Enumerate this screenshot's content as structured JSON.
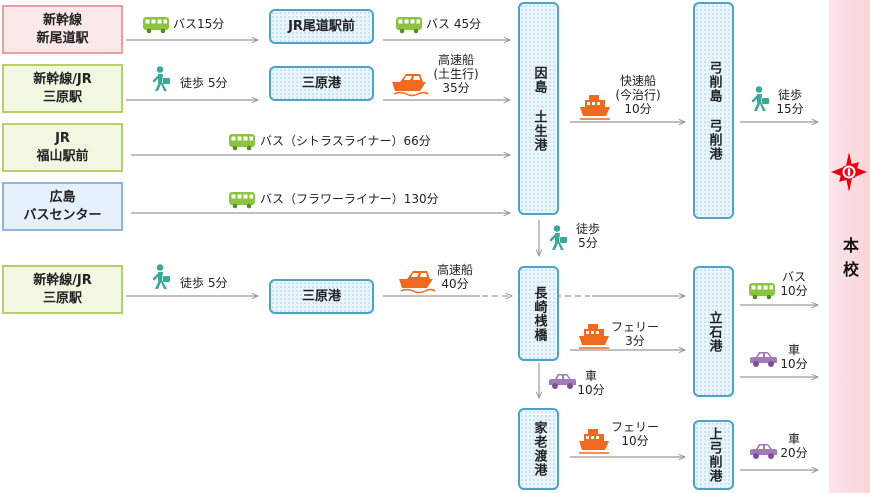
{
  "origins": {
    "o1": "新幹線\n新尾道駅",
    "o2": "新幹線/JR\n三原駅",
    "o3": "JR\n福山駅前",
    "o4": "広島\nバスセンター",
    "o5": "新幹線/JR\n三原駅"
  },
  "hubs": {
    "jr_onomichi": "JR尾道駅前",
    "mihara_port_1": "三原港",
    "mihara_port_2": "三原港",
    "innoshima_habu": "因島 土生港",
    "yuge_port": "弓削島 弓削港",
    "nagasaki_pier": "長崎桟橋",
    "tateishi_port": "立石港",
    "iekaito_port": "家老渡港",
    "kamiyuge_port": "上弓削港"
  },
  "routes": {
    "bus15": "バス15分",
    "bus45": "バス 45分",
    "walk5_a": "徒歩 5分",
    "fastboat35": "高速船\n(土生行)\n35分",
    "citrus_liner": "バス（シトラスライナー）66分",
    "flower_liner": "バス（フラワーライナー）130分",
    "quickboat10": "快速船\n(今治行)\n10分",
    "walk15": "徒歩\n15分",
    "walk5_down": "徒歩\n5分",
    "walk5_b": "徒歩 5分",
    "fastboat40": "高速船\n40分",
    "bus10": "バス\n10分",
    "ferry3": "フェリー\n3分",
    "car10_down": "車\n10分",
    "car10_right": "車\n10分",
    "ferry10": "フェリー\n10分",
    "car20": "車\n20分"
  },
  "school": "本校",
  "colors": {
    "origin_pink": "#e8a0a4",
    "origin_green": "#b5cf6b",
    "origin_blue": "#8ab6e0",
    "hub_border": "#4ba3c7",
    "bus": "#8cc43f",
    "walker": "#3aa99a",
    "ship": "#ee6a1f",
    "car": "#a479b8",
    "arrow": "#9a9a9a",
    "seal": "#e60012"
  },
  "icons": [
    "bus-icon",
    "walker-icon",
    "high-speed-boat-icon",
    "ferry-icon",
    "car-icon",
    "school-emblem-icon"
  ]
}
